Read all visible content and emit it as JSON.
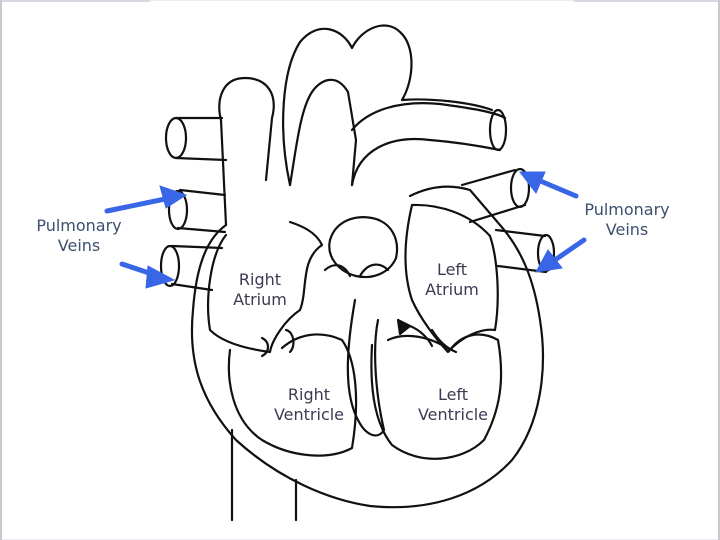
{
  "labels": {
    "pulmonary_veins_left": [
      "Pulmonary",
      "Veins"
    ],
    "pulmonary_veins_right": [
      "Pulmonary",
      "Veins"
    ],
    "right_atrium": [
      "Right",
      "Atrium"
    ],
    "left_atrium": [
      "Left",
      "Atrium"
    ],
    "right_ventricle": [
      "Right",
      "Ventricle"
    ],
    "left_ventricle": [
      "Left",
      "Ventricle"
    ]
  },
  "colors": {
    "label_text_outer": "#3d4f6e",
    "label_text_inner": "#3a3a52",
    "arrow": "#3866e6",
    "outline": "#111111"
  }
}
